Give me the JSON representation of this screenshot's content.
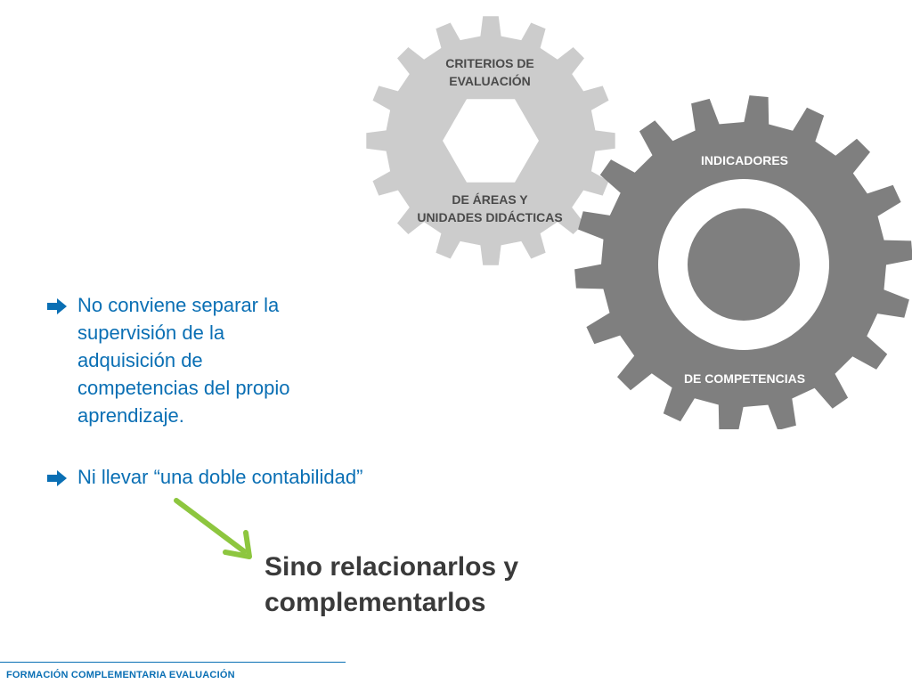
{
  "gears": {
    "light": {
      "top_label": "CRITERIOS DE\nEVALUACIÓN",
      "bottom_label": "DE ÁREAS Y\nUNIDADES DIDÁCTICAS",
      "color": "#cccccc"
    },
    "dark": {
      "top_label": "INDICADORES",
      "bottom_label": "DE COMPETENCIAS",
      "color": "#7f7f7f"
    }
  },
  "bullets": [
    {
      "icon": "right-arrow-icon",
      "text": "No conviene separar la\nsupervisión de la\nadquisición de\ncompetencias del propio\naprendizaje."
    },
    {
      "icon": "right-arrow-icon",
      "text": "Ni llevar “una doble contabilidad”"
    }
  ],
  "conclusion": "Sino relacionarlos y\ncomplementarlos",
  "footer": "FORMACIÓN COMPLEMENTARIA EVALUACIÓN",
  "colors": {
    "accent_blue": "#0a6fb4",
    "arrow_green": "#8dc63f",
    "conclusion_text": "#3a3a3a"
  }
}
